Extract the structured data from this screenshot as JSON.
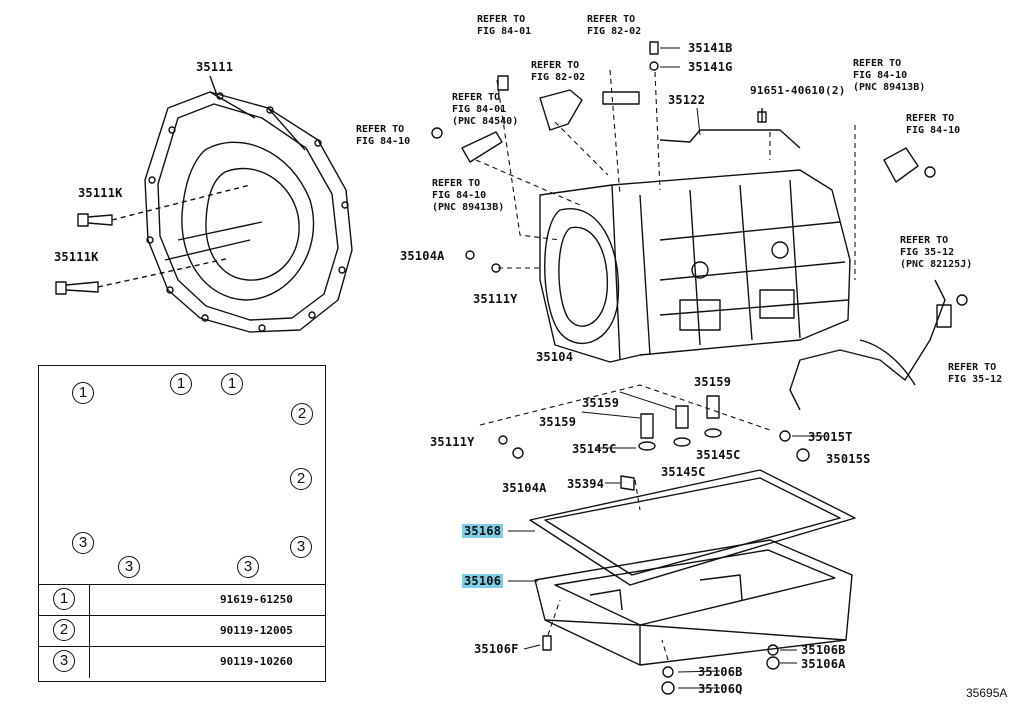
{
  "figure_code": "35695A",
  "parts": {
    "p35111": "35111",
    "p35111k_a": "35111K",
    "p35111k_b": "35111K",
    "p35104a_top": "35104A",
    "p35111y_top": "35111Y",
    "p35104": "35104",
    "p35141b": "35141B",
    "p35141g": "35141G",
    "p35122": "35122",
    "p91651": "91651-40610(2)",
    "p35159_a": "35159",
    "p35159_b": "35159",
    "p35145c_a": "35145C",
    "p35145c_b": "35145C",
    "p35111y_bot": "35111Y",
    "p35104a_bot": "35104A",
    "p35015t": "35015T",
    "p35015s": "35015S",
    "p35394": "35394",
    "p35168": "35168",
    "p35106": "35106",
    "p35106f": "35106F",
    "p35106b_a": "35106B",
    "p35106a": "35106A",
    "p35106b_b": "35106B",
    "p35106q": "35106Q"
  },
  "refs": {
    "r1": "REFER TO\nFIG 84-01",
    "r2": "REFER TO\nFIG 82-02",
    "r3": "REFER TO\nFIG 82-02",
    "r4": "REFER TO\nFIG 84-01\n(PNC 84540)",
    "r5": "REFER TO\nFIG 84-10",
    "r6": "REFER TO\nFIG 84-10\n(PNC 89413B)",
    "r7": "REFER TO\nFIG 84-10\n(PNC 89413B)",
    "r8": "REFER TO\nFIG 84-10",
    "r9": "REFER TO\nFIG 35-12\n(PNC 82125J)",
    "r10": "REFER TO\nFIG 35-12"
  },
  "inset": {
    "markers": [
      "1",
      "1",
      "1",
      "2",
      "2",
      "3",
      "3",
      "3",
      "3"
    ],
    "table": [
      {
        "key": "1",
        "part": "91619-61250"
      },
      {
        "key": "2",
        "part": "90119-12005"
      },
      {
        "key": "3",
        "part": "90119-10260"
      }
    ]
  },
  "colors": {
    "line": "#111111",
    "highlight": "#7ecde6",
    "background": "#ffffff"
  }
}
